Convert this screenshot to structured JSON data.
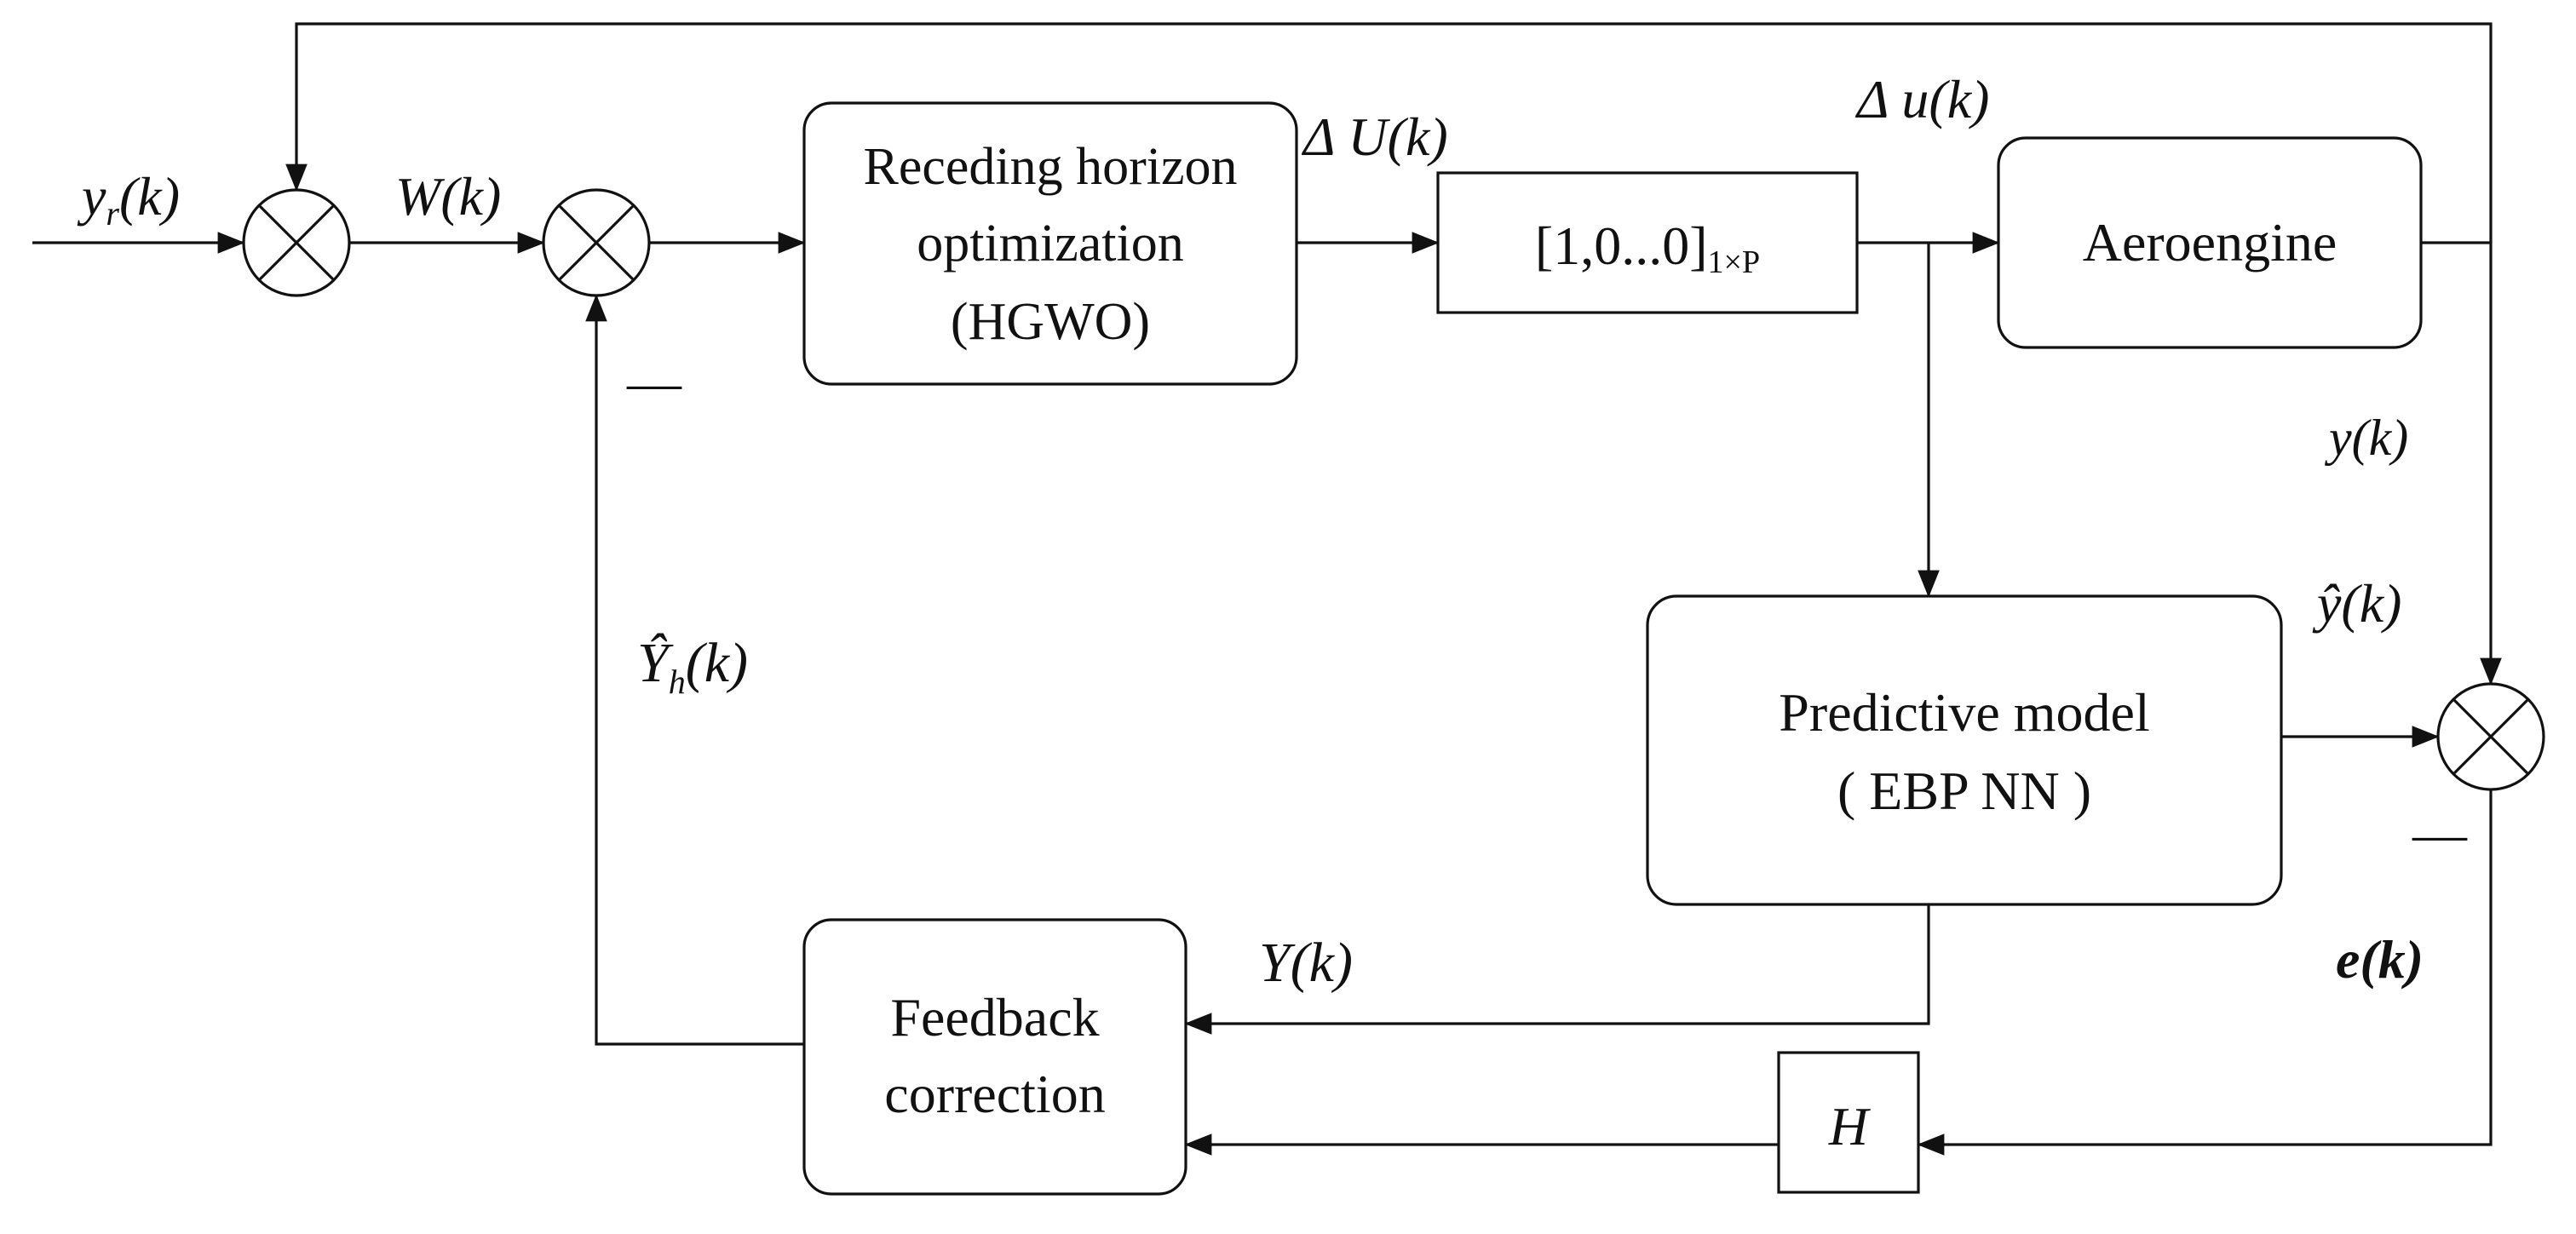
{
  "blocks": {
    "receding": {
      "line1": "Receding horizon",
      "line2": "optimization",
      "line3": "(HGWO)"
    },
    "selector": {
      "main": "[1,0...0]",
      "sub": "1×P"
    },
    "aeroengine": {
      "label": "Aeroengine"
    },
    "predictive": {
      "line1": "Predictive model",
      "line2": "( EBP NN )"
    },
    "feedback": {
      "line1": "Feedback",
      "line2": "correction"
    },
    "gain": {
      "label": "H"
    }
  },
  "signals": {
    "yr": {
      "base": "y",
      "sub": "r",
      "arg": "(k)"
    },
    "w": "W(k)",
    "dU": "Δ U(k)",
    "du": "Δ u(k)",
    "y": "y(k)",
    "yhat": {
      "base": "ŷ",
      "arg": "(k)"
    },
    "Yh": {
      "base": "Ŷ",
      "sub": "h",
      "arg": "(k)"
    },
    "Y": "Y(k)",
    "e": "e(k)"
  },
  "minus_sign": "—"
}
